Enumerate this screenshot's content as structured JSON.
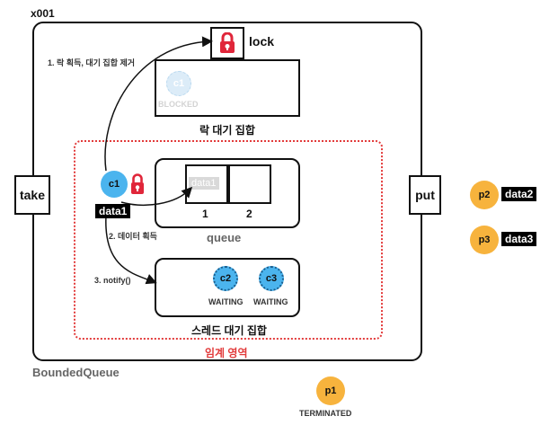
{
  "diagram": {
    "title": "x001",
    "container_label": "BoundedQueue",
    "critical_section_label": "임계 영역",
    "left_method": "take",
    "right_method": "put",
    "lock": {
      "label": "lock",
      "wait_set_label": "락 대기 집합",
      "blocked_thread": "c1",
      "blocked_status": "BLOCKED"
    },
    "queue": {
      "label": "queue",
      "slots": [
        "1",
        "2"
      ],
      "slot1_value": "data1"
    },
    "active_thread": {
      "name": "c1",
      "data": "data1"
    },
    "thread_wait_set": {
      "label": "스레드 대기 집합",
      "threads": [
        {
          "name": "c2",
          "status": "WAITING"
        },
        {
          "name": "c3",
          "status": "WAITING"
        }
      ]
    },
    "steps": {
      "step1": "1. 락 획득, 대기 집합 제거",
      "step2": "2. 데이터 획득",
      "step3": "3. notify()"
    },
    "producers": [
      {
        "name": "p2",
        "data": "data2"
      },
      {
        "name": "p3",
        "data": "data3"
      }
    ],
    "terminated_producer": {
      "name": "p1",
      "status": "TERMINATED"
    },
    "colors": {
      "consumer": "#4bb4ee",
      "producer": "#f7b33d",
      "critical": "#e23b3b",
      "lock": "#e0263a"
    }
  }
}
